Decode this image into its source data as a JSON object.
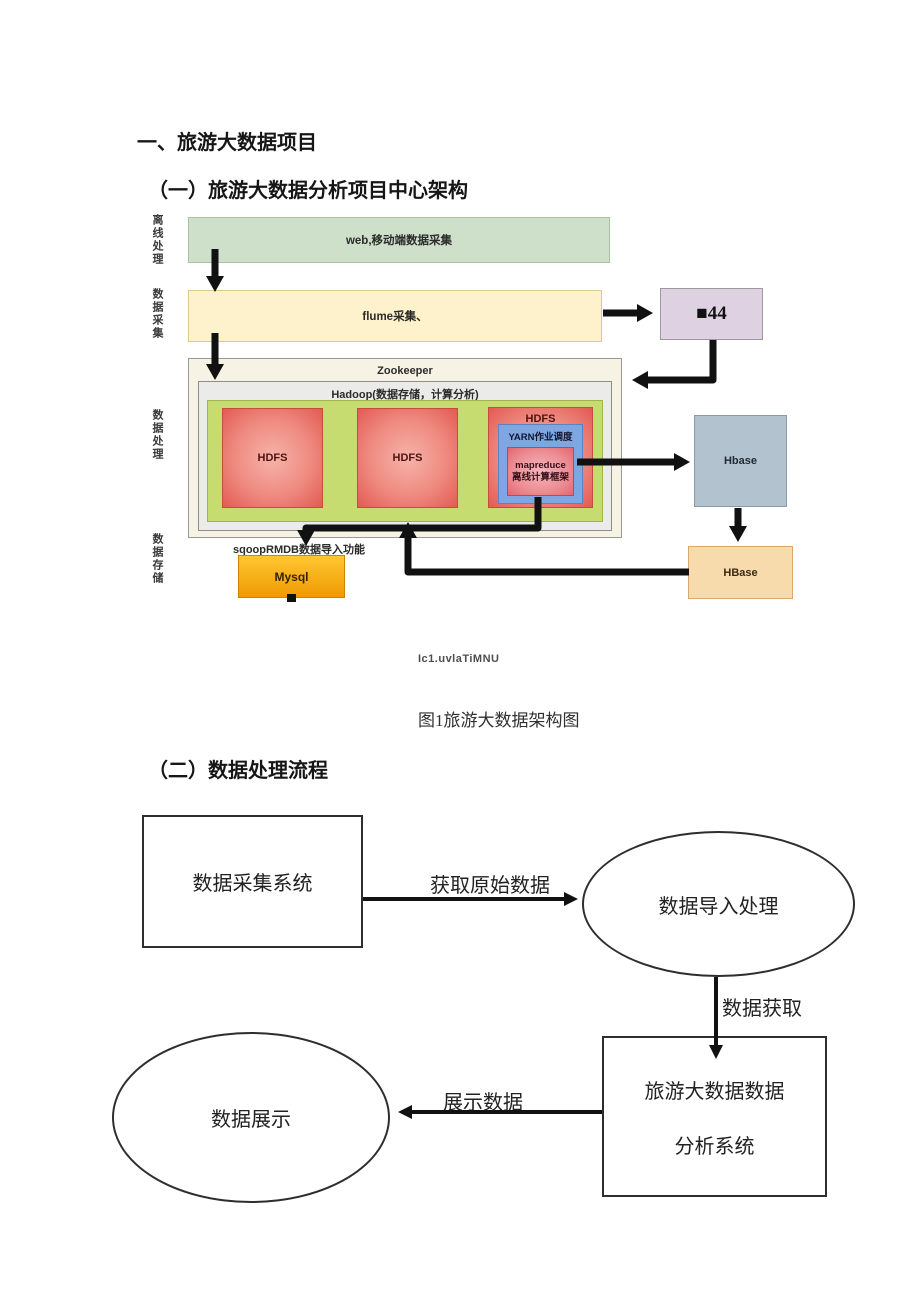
{
  "page": {
    "heading1": "一、旅游大数据项目",
    "heading2": "（一）旅游大数据分析项目中心架构",
    "heading3": "（二）数据处理流程",
    "figure1_subcaption": "Ic1.uvlaTiMNU",
    "figure1_caption": "图1旅游大数据架构图"
  },
  "architecture": {
    "row_labels": [
      "离线处理",
      "数据采集",
      "数据处理",
      "数据存储"
    ],
    "web_box": "web,移动端数据采集",
    "flume_box": "flume采集、",
    "kafka_box": "■44",
    "zookeeper_label": "Zookeeper",
    "hadoop_label": "Hadoop(数据存储，计算分析)",
    "hdfs1": "HDFS",
    "hdfs2": "HDFS",
    "hdfs3": "HDFS",
    "yarn_label": "YARN作业调度",
    "mapreduce_line1": "mapreduce",
    "mapreduce_line2": "离线计算框架",
    "hbase_top": "Hbase",
    "hbase_bottom": "HBase",
    "sqoop_label": "sqoopRMDB数据导入功能",
    "mysql_label": "Mysql",
    "colors": {
      "web_box_bg": "#cfe0ca",
      "flume_box_bg": "#fdf2cb",
      "kafka_box_bg": "#ded2e2",
      "zookeeper_bg": "#f7f3e4",
      "hadoop_bg": "#ebebe9",
      "cluster_bg": "#c6db70",
      "hdfs_red": "#e25b52",
      "yarn_blue": "#7ea6e0",
      "hbase_top_bg": "#b3c2cf",
      "hbase_bottom_bg": "#f8dbac",
      "mysql_orange": "#f09a00",
      "arrow_black": "#111111"
    }
  },
  "flowchart": {
    "collect_box": "数据采集系统",
    "import_ellipse": "数据导入处理",
    "analysis_line1": "旅游大数据数据",
    "analysis_line2": "分析系统",
    "display_ellipse": "数据展示",
    "arrow_get_raw": "获取原始数据",
    "arrow_get_data": "数据获取",
    "arrow_show_data": "展示数据"
  }
}
